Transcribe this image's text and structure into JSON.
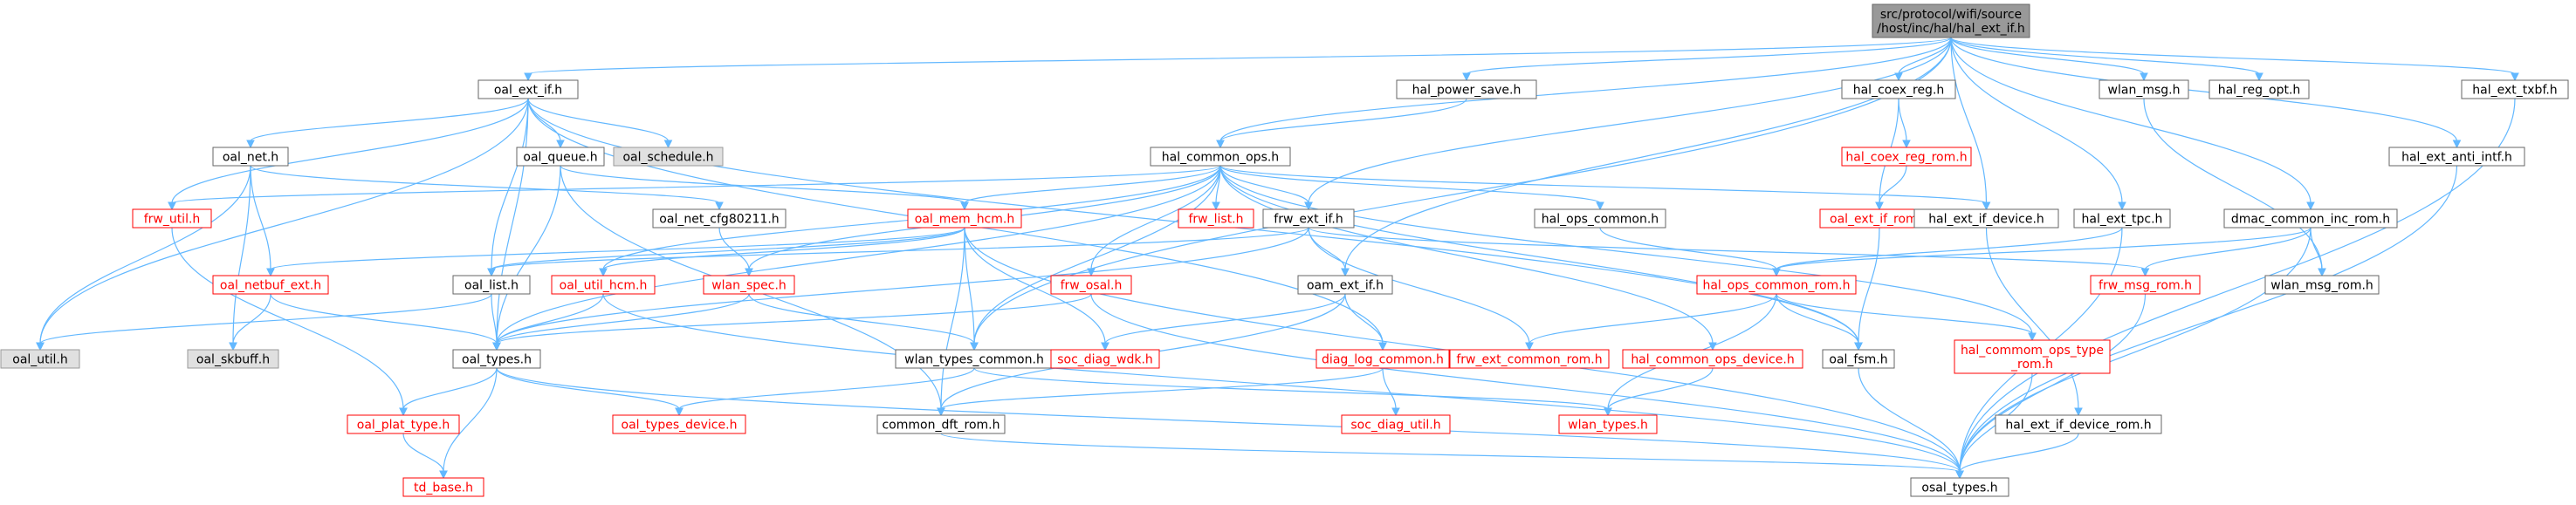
{
  "diagram": {
    "title": "src/protocol/wifi/source/host/inc/hal/hal_ext_if.h",
    "colors": {
      "edge": "#63b8ff",
      "root_fill": "#999999",
      "root_stroke": "#666666",
      "normal_stroke": "#666666",
      "missing_stroke": "#ff0000",
      "external_fill": "#e0e0e0",
      "external_stroke": "#999999",
      "text": "#000000",
      "missing_text": "#ff0000"
    },
    "nodes": [
      {
        "id": "root",
        "lines": [
          "src/protocol/wifi/source",
          "/host/inc/hal/hal_ext_if.h"
        ],
        "kind": "root"
      },
      {
        "id": "oal_ext_if",
        "lines": [
          "oal_ext_if.h"
        ],
        "kind": "normal"
      },
      {
        "id": "hal_power_save",
        "lines": [
          "hal_power_save.h"
        ],
        "kind": "normal"
      },
      {
        "id": "hal_coex_reg",
        "lines": [
          "hal_coex_reg.h"
        ],
        "kind": "normal"
      },
      {
        "id": "wlan_msg",
        "lines": [
          "wlan_msg.h"
        ],
        "kind": "normal"
      },
      {
        "id": "hal_reg_opt",
        "lines": [
          "hal_reg_opt.h"
        ],
        "kind": "normal"
      },
      {
        "id": "hal_ext_txbf",
        "lines": [
          "hal_ext_txbf.h"
        ],
        "kind": "normal"
      },
      {
        "id": "oal_net",
        "lines": [
          "oal_net.h"
        ],
        "kind": "normal"
      },
      {
        "id": "oal_queue",
        "lines": [
          "oal_queue.h"
        ],
        "kind": "normal"
      },
      {
        "id": "oal_schedule",
        "lines": [
          "oal_schedule.h"
        ],
        "kind": "external"
      },
      {
        "id": "hal_common_ops",
        "lines": [
          "hal_common_ops.h"
        ],
        "kind": "normal"
      },
      {
        "id": "hal_coex_reg_rom",
        "lines": [
          "hal_coex_reg_rom.h"
        ],
        "kind": "missing"
      },
      {
        "id": "hal_ext_anti_intf",
        "lines": [
          "hal_ext_anti_intf.h"
        ],
        "kind": "normal"
      },
      {
        "id": "frw_util",
        "lines": [
          "frw_util.h"
        ],
        "kind": "missing"
      },
      {
        "id": "oal_net_cfg80211",
        "lines": [
          "oal_net_cfg80211.h"
        ],
        "kind": "normal"
      },
      {
        "id": "oal_mem_hcm",
        "lines": [
          "oal_mem_hcm.h"
        ],
        "kind": "missing"
      },
      {
        "id": "frw_list",
        "lines": [
          "frw_list.h"
        ],
        "kind": "missing"
      },
      {
        "id": "frw_ext_if",
        "lines": [
          "frw_ext_if.h"
        ],
        "kind": "normal"
      },
      {
        "id": "hal_ops_common",
        "lines": [
          "hal_ops_common.h"
        ],
        "kind": "normal"
      },
      {
        "id": "oal_ext_if_rom",
        "lines": [
          "oal_ext_if_rom.h"
        ],
        "kind": "missing"
      },
      {
        "id": "hal_ext_if_device",
        "lines": [
          "hal_ext_if_device.h"
        ],
        "kind": "normal"
      },
      {
        "id": "hal_ext_tpc",
        "lines": [
          "hal_ext_tpc.h"
        ],
        "kind": "normal"
      },
      {
        "id": "dmac_common_inc_rom",
        "lines": [
          "dmac_common_inc_rom.h"
        ],
        "kind": "normal"
      },
      {
        "id": "oal_netbuf_ext",
        "lines": [
          "oal_netbuf_ext.h"
        ],
        "kind": "missing"
      },
      {
        "id": "oal_list",
        "lines": [
          "oal_list.h"
        ],
        "kind": "normal"
      },
      {
        "id": "oal_util_hcm",
        "lines": [
          "oal_util_hcm.h"
        ],
        "kind": "missing"
      },
      {
        "id": "wlan_spec",
        "lines": [
          "wlan_spec.h"
        ],
        "kind": "missing"
      },
      {
        "id": "frw_osal",
        "lines": [
          "frw_osal.h"
        ],
        "kind": "missing"
      },
      {
        "id": "oam_ext_if",
        "lines": [
          "oam_ext_if.h"
        ],
        "kind": "normal"
      },
      {
        "id": "hal_ops_common_rom",
        "lines": [
          "hal_ops_common_rom.h"
        ],
        "kind": "missing"
      },
      {
        "id": "frw_msg_rom",
        "lines": [
          "frw_msg_rom.h"
        ],
        "kind": "missing"
      },
      {
        "id": "wlan_msg_rom",
        "lines": [
          "wlan_msg_rom.h"
        ],
        "kind": "normal"
      },
      {
        "id": "oal_util",
        "lines": [
          "oal_util.h"
        ],
        "kind": "external"
      },
      {
        "id": "oal_skbuff",
        "lines": [
          "oal_skbuff.h"
        ],
        "kind": "external"
      },
      {
        "id": "oal_types",
        "lines": [
          "oal_types.h"
        ],
        "kind": "normal"
      },
      {
        "id": "wlan_types_common",
        "lines": [
          "wlan_types_common.h"
        ],
        "kind": "normal"
      },
      {
        "id": "soc_diag_wdk",
        "lines": [
          "soc_diag_wdk.h"
        ],
        "kind": "missing"
      },
      {
        "id": "diag_log_common",
        "lines": [
          "diag_log_common.h"
        ],
        "kind": "missing"
      },
      {
        "id": "frw_ext_common_rom",
        "lines": [
          "frw_ext_common_rom.h"
        ],
        "kind": "missing"
      },
      {
        "id": "hal_common_ops_device",
        "lines": [
          "hal_common_ops_device.h"
        ],
        "kind": "missing"
      },
      {
        "id": "oal_fsm",
        "lines": [
          "oal_fsm.h"
        ],
        "kind": "normal"
      },
      {
        "id": "hal_commom_ops_type_rom",
        "lines": [
          "hal_commom_ops_type",
          "_rom.h"
        ],
        "kind": "missing"
      },
      {
        "id": "oal_plat_type",
        "lines": [
          "oal_plat_type.h"
        ],
        "kind": "missing"
      },
      {
        "id": "oal_types_device",
        "lines": [
          "oal_types_device.h"
        ],
        "kind": "missing"
      },
      {
        "id": "common_dft_rom",
        "lines": [
          "common_dft_rom.h"
        ],
        "kind": "normal"
      },
      {
        "id": "soc_diag_util",
        "lines": [
          "soc_diag_util.h"
        ],
        "kind": "missing"
      },
      {
        "id": "wlan_types",
        "lines": [
          "wlan_types.h"
        ],
        "kind": "missing"
      },
      {
        "id": "hal_ext_if_device_rom",
        "lines": [
          "hal_ext_if_device_rom.h"
        ],
        "kind": "normal"
      },
      {
        "id": "td_base",
        "lines": [
          "td_base.h"
        ],
        "kind": "missing"
      },
      {
        "id": "osal_types",
        "lines": [
          "osal_types.h"
        ],
        "kind": "normal"
      }
    ],
    "edges": [
      [
        "root",
        "oal_ext_if"
      ],
      [
        "root",
        "hal_power_save"
      ],
      [
        "root",
        "hal_coex_reg"
      ],
      [
        "root",
        "wlan_msg"
      ],
      [
        "root",
        "hal_reg_opt"
      ],
      [
        "root",
        "hal_ext_txbf"
      ],
      [
        "root",
        "hal_common_ops"
      ],
      [
        "root",
        "frw_ext_if"
      ],
      [
        "root",
        "oam_ext_if"
      ],
      [
        "root",
        "hal_ext_if_device"
      ],
      [
        "root",
        "hal_ext_tpc"
      ],
      [
        "root",
        "dmac_common_inc_rom"
      ],
      [
        "root",
        "hal_ext_anti_intf"
      ],
      [
        "root",
        "wlan_types_common"
      ],
      [
        "oal_ext_if",
        "oal_net"
      ],
      [
        "oal_ext_if",
        "oal_queue"
      ],
      [
        "oal_ext_if",
        "oal_schedule"
      ],
      [
        "oal_ext_if",
        "frw_util"
      ],
      [
        "oal_ext_if",
        "oal_list"
      ],
      [
        "oal_ext_if",
        "oal_util"
      ],
      [
        "oal_ext_if",
        "oal_types"
      ],
      [
        "oal_ext_if",
        "oal_fsm"
      ],
      [
        "oal_ext_if",
        "diag_log_common"
      ],
      [
        "hal_power_save",
        "hal_common_ops"
      ],
      [
        "hal_coex_reg",
        "hal_coex_reg_rom"
      ],
      [
        "hal_coex_reg_rom",
        "oal_ext_if_rom"
      ],
      [
        "hal_coex_reg",
        "oal_ext_if_rom"
      ],
      [
        "wlan_msg",
        "wlan_msg_rom"
      ],
      [
        "hal_ext_txbf",
        "osal_types"
      ],
      [
        "hal_ext_anti_intf",
        "osal_types"
      ],
      [
        "oal_net",
        "oal_net_cfg80211"
      ],
      [
        "oal_net",
        "oal_netbuf_ext"
      ],
      [
        "oal_net",
        "oal_skbuff"
      ],
      [
        "oal_net",
        "oal_util"
      ],
      [
        "oal_queue",
        "oal_mem_hcm"
      ],
      [
        "oal_queue",
        "oal_types"
      ],
      [
        "oal_queue",
        "common_dft_rom"
      ],
      [
        "hal_common_ops",
        "frw_util"
      ],
      [
        "hal_common_ops",
        "oal_mem_hcm"
      ],
      [
        "hal_common_ops",
        "frw_list"
      ],
      [
        "hal_common_ops",
        "frw_ext_if"
      ],
      [
        "hal_common_ops",
        "hal_ops_common"
      ],
      [
        "hal_common_ops",
        "hal_ext_if_device"
      ],
      [
        "hal_common_ops",
        "frw_osal"
      ],
      [
        "hal_common_ops",
        "wlan_spec"
      ],
      [
        "hal_common_ops",
        "oal_util_hcm"
      ],
      [
        "hal_common_ops",
        "oal_types"
      ],
      [
        "hal_common_ops",
        "wlan_types_common"
      ],
      [
        "hal_common_ops",
        "hal_common_ops_device"
      ],
      [
        "hal_common_ops",
        "hal_commom_ops_type_rom"
      ],
      [
        "hal_common_ops",
        "oal_fsm"
      ],
      [
        "frw_util",
        "oal_plat_type"
      ],
      [
        "oal_net_cfg80211",
        "wlan_spec"
      ],
      [
        "oal_mem_hcm",
        "oal_netbuf_ext"
      ],
      [
        "oal_mem_hcm",
        "oal_list"
      ],
      [
        "oal_mem_hcm",
        "oal_util_hcm"
      ],
      [
        "oal_mem_hcm",
        "wlan_types_common"
      ],
      [
        "oal_mem_hcm",
        "soc_diag_wdk"
      ],
      [
        "oal_mem_hcm",
        "common_dft_rom"
      ],
      [
        "oal_mem_hcm",
        "osal_types"
      ],
      [
        "frw_ext_if",
        "oal_list"
      ],
      [
        "frw_ext_if",
        "oam_ext_if"
      ],
      [
        "frw_ext_if",
        "frw_msg_rom"
      ],
      [
        "frw_ext_if",
        "frw_ext_common_rom"
      ],
      [
        "frw_ext_if",
        "oal_types"
      ],
      [
        "hal_ops_common",
        "hal_ops_common_rom"
      ],
      [
        "oal_ext_if_rom",
        "oal_fsm"
      ],
      [
        "hal_ext_if_device",
        "hal_ext_if_device_rom"
      ],
      [
        "hal_ext_tpc",
        "hal_ops_common_rom"
      ],
      [
        "hal_ext_tpc",
        "osal_types"
      ],
      [
        "dmac_common_inc_rom",
        "hal_ops_common_rom"
      ],
      [
        "dmac_common_inc_rom",
        "frw_msg_rom"
      ],
      [
        "dmac_common_inc_rom",
        "wlan_msg_rom"
      ],
      [
        "dmac_common_inc_rom",
        "osal_types"
      ],
      [
        "oal_netbuf_ext",
        "oal_skbuff"
      ],
      [
        "oal_netbuf_ext",
        "oal_types"
      ],
      [
        "oal_list",
        "oal_util"
      ],
      [
        "oal_list",
        "oal_types"
      ],
      [
        "oal_util_hcm",
        "oal_types"
      ],
      [
        "oal_util_hcm",
        "osal_types"
      ],
      [
        "wlan_spec",
        "oal_types"
      ],
      [
        "wlan_spec",
        "wlan_types_common"
      ],
      [
        "frw_osal",
        "oal_types"
      ],
      [
        "frw_osal",
        "osal_types"
      ],
      [
        "oam_ext_if",
        "soc_diag_wdk"
      ],
      [
        "oam_ext_if",
        "diag_log_common"
      ],
      [
        "oam_ext_if",
        "common_dft_rom"
      ],
      [
        "hal_ops_common_rom",
        "frw_ext_common_rom"
      ],
      [
        "hal_ops_common_rom",
        "oal_fsm"
      ],
      [
        "hal_ops_common_rom",
        "hal_commom_ops_type_rom"
      ],
      [
        "hal_ops_common_rom",
        "wlan_types"
      ],
      [
        "frw_msg_rom",
        "osal_types"
      ],
      [
        "oal_types",
        "oal_plat_type"
      ],
      [
        "oal_types",
        "td_base"
      ],
      [
        "oal_types",
        "oal_types_device"
      ],
      [
        "oal_types",
        "osal_types"
      ],
      [
        "wlan_types_common",
        "oal_types_device"
      ],
      [
        "wlan_types_common",
        "wlan_types"
      ],
      [
        "diag_log_common",
        "soc_diag_util"
      ],
      [
        "diag_log_common",
        "common_dft_rom"
      ],
      [
        "hal_common_ops_device",
        "wlan_types"
      ],
      [
        "oal_fsm",
        "osal_types"
      ],
      [
        "hal_commom_ops_type_rom",
        "osal_types"
      ],
      [
        "oal_plat_type",
        "td_base"
      ],
      [
        "common_dft_rom",
        "osal_types"
      ],
      [
        "hal_ext_if_device_rom",
        "osal_types"
      ]
    ]
  }
}
